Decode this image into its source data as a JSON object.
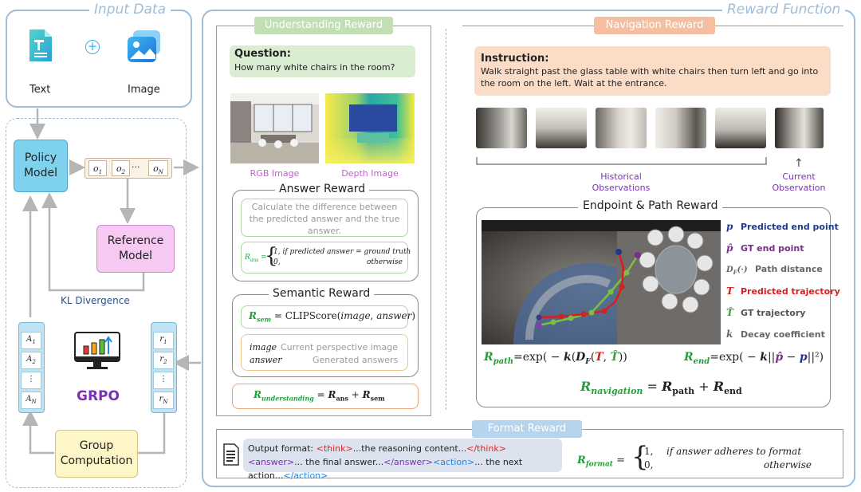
{
  "panels": {
    "input_title": "Input Data",
    "reward_title": "Reward Function"
  },
  "input": {
    "text_label": "Text",
    "image_label": "Image",
    "plus": "+"
  },
  "policy": {
    "policy_label": "Policy\nModel",
    "outputs": [
      "o1",
      "o2",
      "···",
      "oN"
    ],
    "reference_label": "Reference\nModel",
    "kl_label": "KL Divergence",
    "advantages": [
      "A1",
      "A2",
      "⋮",
      "AN"
    ],
    "rewards": [
      "r1",
      "r2",
      "⋮",
      "rN"
    ],
    "grpo_label": "GRPO",
    "group_label": "Group\nComputation"
  },
  "understanding": {
    "title": "Understanding Reward",
    "question_label": "Question:",
    "question_text": "How many white chairs in the room?",
    "rgb_caption": "RGB Image",
    "depth_caption": "Depth Image",
    "answer_reward_title": "Answer Reward",
    "answer_desc": "Calculate the difference between the predicted answer and the true answer.",
    "r_ans_label": "Rans =",
    "r_ans_case1": "1, if predicted answer = ground truth",
    "r_ans_case2": "0,",
    "r_ans_case2_cond": "otherwise",
    "semantic_reward_title": "Semantic Reward",
    "r_sem_formula": "Rsem = CLIPScore(image, answer)",
    "image_label": "image",
    "image_desc": "Current perspective image",
    "answer_label": "answer",
    "answer_desc2": "Generated answers",
    "r_understanding_formula": "Runderstanding = Rans + Rsem"
  },
  "navigation": {
    "title": "Navigation Reward",
    "instruction_label": "Instruction:",
    "instruction_text": "Walk straight past the glass table with white chairs then turn left and go into the room on the left. Wait at the entrance.",
    "historical_caption": "Historical\nObservations",
    "current_caption": "Current\nObservation",
    "up_arrow": "↑",
    "endpoint_title": "Endpoint & Path Reward",
    "legend": [
      {
        "symbol": "p",
        "label": "Predicted end point",
        "color": "#1e3a8a"
      },
      {
        "symbol": "p̂",
        "label": "GT end point",
        "color": "#7b2d8b"
      },
      {
        "symbol": "DF(·)",
        "label": "Path distance",
        "color": "#666666"
      },
      {
        "symbol": "T",
        "label": "Predicted trajectory",
        "color": "#d62020"
      },
      {
        "symbol": "T̂",
        "label": "GT trajectory",
        "color": "#3aa03a"
      },
      {
        "symbol": "k",
        "label": "Decay coefficient",
        "color": "#666666"
      }
    ],
    "r_path_formula": "Rpath=exp( − k(DF(T, T̂))",
    "r_end_formula": "Rend=exp( − k||p̂ − p||²)",
    "r_navigation_formula": "Rnavigation = Rpath + Rend"
  },
  "format": {
    "title": "Format Reward",
    "output_label": "Output format:",
    "think_open": "<think>",
    "think_text": "...the reasoning content...",
    "think_close": "</think>",
    "answer_open": "<answer>",
    "answer_text": "... the final answer...",
    "answer_close": "</answer>",
    "action_open": "<action>",
    "action_text": "... the next action...",
    "action_close": "</action>",
    "r_format_label": "Rformat =",
    "case1": "1,",
    "case1_cond": "if answer adheres to format",
    "case2": "0,",
    "case2_cond": "otherwise"
  },
  "colors": {
    "panel_border": "#9fbcd8",
    "understanding_pill": "#c2dfb4",
    "navigation_pill": "#f4bfa0",
    "format_pill": "#b5d5ef",
    "policy_fill": "#7fd2ee",
    "reference_fill": "#f6c9f3",
    "group_fill": "#fff6c8",
    "green_formula": "#22a03a",
    "pred_traj": "#d62020",
    "gt_traj": "#7ac142"
  }
}
